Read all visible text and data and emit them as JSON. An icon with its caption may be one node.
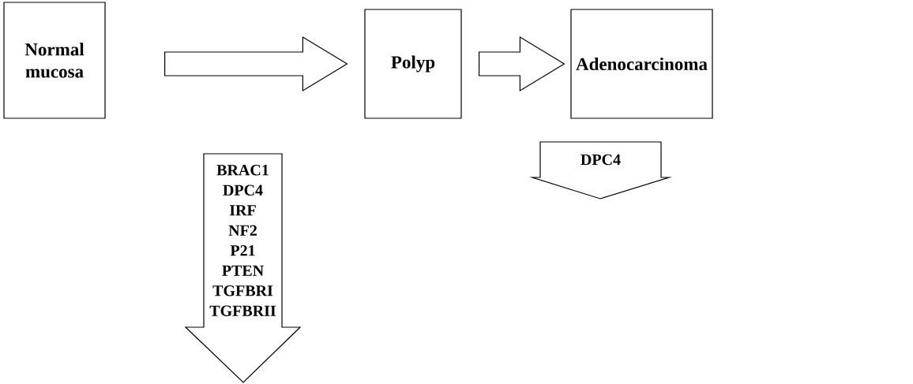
{
  "diagram": {
    "nodes": [
      {
        "text": [
          "Normal mucosa"
        ]
      },
      {
        "text": [
          "Polyp"
        ]
      },
      {
        "text": [
          "Adenocarcinoma"
        ]
      },
      {
        "text": [
          "BRAC1",
          "DPC4",
          "IRF",
          "NF2",
          "P21",
          "PTEN",
          "TGFBRI",
          "TGFBRII"
        ]
      },
      {
        "text": [
          "DPC4"
        ]
      }
    ],
    "edges": [
      {
        "from": 0,
        "to": 1,
        "arrow": "to"
      },
      {
        "from": 1,
        "to": 2,
        "arrow": "to"
      }
    ]
  }
}
